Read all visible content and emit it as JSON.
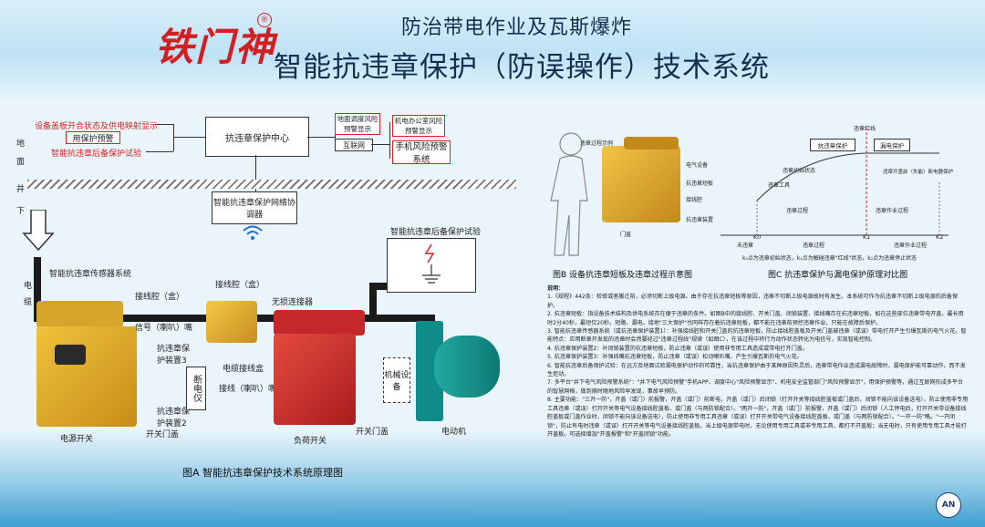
{
  "header": {
    "logo_text": "铁门神",
    "registered_mark": "®",
    "title_line1": "防治带电作业及瓦斯爆炸",
    "title_line2": "智能抗违章保护（防误操作）技术系统"
  },
  "diagram_a": {
    "ground_labels": [
      "地",
      "面"
    ],
    "well_labels": [
      "井",
      "下"
    ],
    "cable_labels": [
      "电",
      "缆"
    ],
    "sensors": {
      "lid_open_display": "设备盖板开合状态及供电映射显示",
      "alarm_box": "用保护预警",
      "post_test": "智能抗违章后备保护试验"
    },
    "center_box": "抗违章保护中心",
    "dispatch_box": "地面调度风险预警显示",
    "office_box": "机电办公室风险预警显示",
    "internet_box": "互联网",
    "phone_box": "手机风险预警系统",
    "coordinator_box": "智能抗违章保护网络协调器",
    "post_test_panel": "智能抗违章后备保护试验",
    "sensor_system": "智能抗违章传感器系统",
    "labels": {
      "junction_box1": "接线腔（盒）",
      "signal": "信号（喇叭）嘴",
      "junction_box2": "接线腔（盒）",
      "protect3": "抗违章保护装置3",
      "protect2": "抗违章保护装置2",
      "disconnect": "断电仪",
      "cable_box": "电缆接线盒",
      "signal2": "接线（喇叭）嘴",
      "wireless": "无损连接器",
      "open_door": "开关门盖",
      "open_door2": "开关门盖",
      "mech": "机械设备",
      "power_switch": "电源开关",
      "load_switch": "负荷开关",
      "motor": "电动机"
    },
    "caption": "图A  智能抗违章保护技术系统原理图"
  },
  "diagram_b": {
    "labels": [
      "违章过程示例",
      "电气设备",
      "抗违章短板",
      "接线腔",
      "抗违章装置",
      "门盖"
    ],
    "caption": "图B  设备抗违章短板及违章过程示意图"
  },
  "diagram_c": {
    "boxes": [
      "抗违章保护",
      "漏电保护"
    ],
    "labels": [
      "违章红线",
      "违章初始状态",
      "违章工具",
      "违章开盖前（失能）新电器保护",
      "违章过程",
      "违章作业过程"
    ],
    "segments": [
      "未违章",
      "违章过程",
      "违章作业过程"
    ],
    "ticks": [
      "K0",
      "K1",
      "K2"
    ],
    "legend": "k₀点为违章初始状态，k₁点为触碰违章\"红线\"状态，k₂点为违章停止状态",
    "caption": "图C  抗违章保护与漏电保护原理对比图"
  },
  "notes": {
    "heading": "说明：",
    "items": [
      "1.《规程》442条：检修或者搬迁前，必须切断上级电源。由于存在抗违章短板等原因，违章不切断上级电源故时有发生。本系统可作为抗违章不切断上级电源的后备保护。",
      "2. 抗违章短板：指设备技术结构及供电系统存在便于违章的条件。如图B中的接线腔、开关门盖、闭锁装置、接线嘴存在抗违章短板，如在这些部位违章带电开盖，最长用时2分40秒，最短仅20秒。短路、漏电、接地\"三大保护\"也同样存在着抗违章短板，都不能在违章前预控违章作业，只能在故障后保护。",
      "3. 智能抗违章传感器系统（或抗违章保护装置1）：补强接线腔和开关门盖的抗违章短板，防止接线腔盖板及开关门盖被违章（或误）带电打开产生引爆瓦斯的电气火花。智能特点：应用断章开发现的违章时会然要经过\"违章过程线\"规律（如图C），在该过程中将行为动作状态转化为电信号，实现智能控制。",
      "4. 抗违章保护装置2：补闭锁装置的抗违章短板，防止违章（或误）使用非专用工具造成或带电打开门盖。",
      "5. 抗违章保护装置3：补强线嘴抗违章短板，防止违章（或误）松动喇叭嘴，产生引爆瓦斯的电气火花。",
      "6. 智能抗违章后备保护试验：在远方及地面试验漏电保护动作的可靠性，当抗违章保护由于某种原因失灵后，违章带电作业造成漏电故障时，漏电保护能可靠动作，而不发生拒动。",
      "7. 多平台\"井下电气风险预警系统\"：\"井下电气风险预警\"手机APP、调度中心\"风险预警显示\"、机电安全监管部门\"风险预警显示\"，用保护预警等，通过互联网形成多平台的智慧网格，做到随时随地风险早发现，事故早预防。",
      "8. 主要功能：\"三开一防\"，开盖（或门）前报警，开盖（或门）前断电，开盖（或门）后闭锁（打开开关等接线腔盖板或门盖后，闭锁不能向该设备送电），防止使用非专用工具违章（或误）打开开关等电气设备接线腔盖板、或门盖（与两防锁配合）。\"两开一防\"，开盖（或门）前报警，开盖（或门）后闭锁（人工停电后，打开开关带设备接线腔盖板或门盖作业时，闭锁不能向该设备送电），防止使用非专用工具违章（或误）打开开关带电气设备接线腔盖板、或门盖（与两防锁配合）。\"一开一防\"略。\"一开闭锁\"，防止有电时违章（或误）打开开关等电气设备接线腔盖板。当上级电源带电时，无论使用专用工具或非专用工具，都打不开盖板；当无电时，只有使用专用工具才能打开盖板。可选择增加\"开盖报警\"和\"开盖闭锁\"功能。"
    ]
  },
  "footer_logo": "AN",
  "colors": {
    "title": "#15304f",
    "logo_red": "#d21f22",
    "alarm_red": "#dd2222",
    "wifi_blue": "#1f6fd1"
  }
}
